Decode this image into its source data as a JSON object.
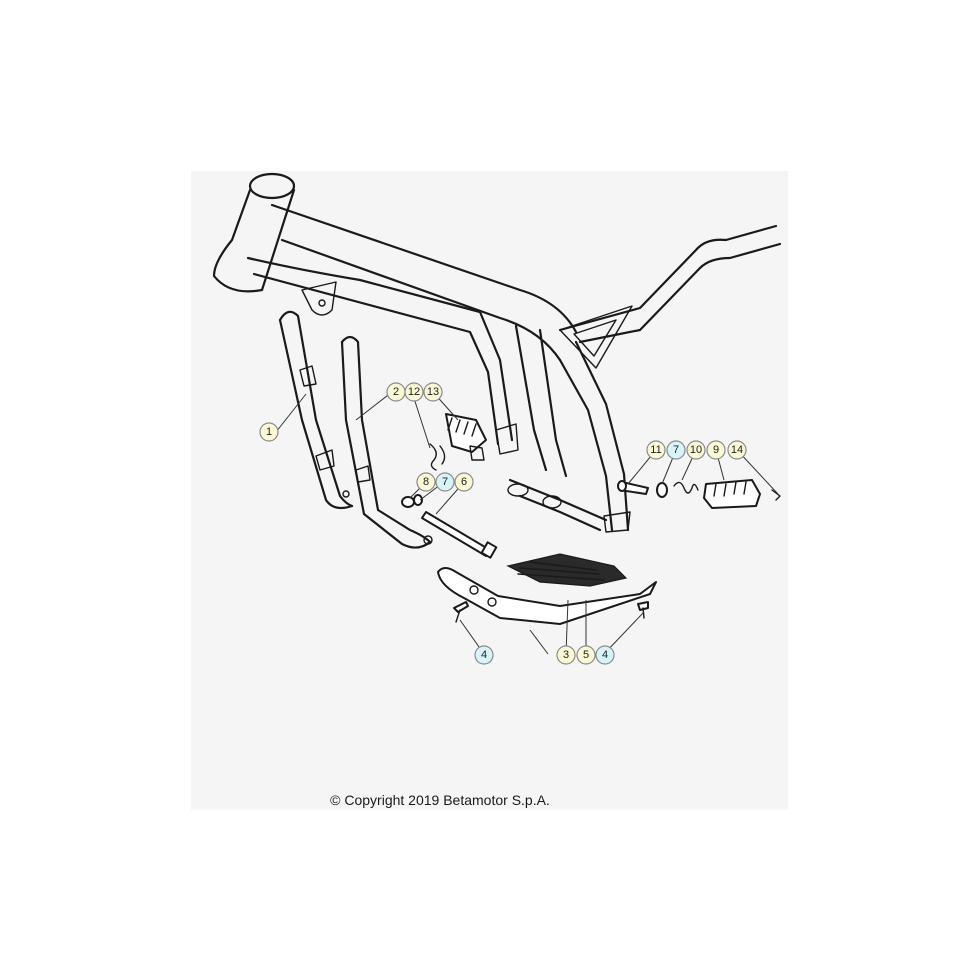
{
  "copyright": "© Copyright 2019 Betamotor S.p.A.",
  "colors": {
    "callout_yellow": "#fbf8d6",
    "callout_blue": "#d8f4f8",
    "panel_background": "#f5f5f5"
  },
  "callouts": [
    {
      "id": "c-1",
      "label": "1",
      "color": "yellow"
    },
    {
      "id": "c-2",
      "label": "2",
      "color": "yellow"
    },
    {
      "id": "c-12a",
      "label": "12",
      "color": "yellow"
    },
    {
      "id": "c-13",
      "label": "13",
      "color": "yellow"
    },
    {
      "id": "c-8",
      "label": "8",
      "color": "yellow"
    },
    {
      "id": "c-7a",
      "label": "7",
      "color": "blue"
    },
    {
      "id": "c-6",
      "label": "6",
      "color": "yellow"
    },
    {
      "id": "c-11",
      "label": "11",
      "color": "yellow"
    },
    {
      "id": "c-7b",
      "label": "7",
      "color": "blue"
    },
    {
      "id": "c-10",
      "label": "10",
      "color": "yellow"
    },
    {
      "id": "c-9",
      "label": "9",
      "color": "yellow"
    },
    {
      "id": "c-14",
      "label": "14",
      "color": "yellow"
    },
    {
      "id": "c-4a",
      "label": "4",
      "color": "blue"
    },
    {
      "id": "c-3",
      "label": "3",
      "color": "yellow"
    },
    {
      "id": "c-5",
      "label": "5",
      "color": "yellow"
    },
    {
      "id": "c-4b",
      "label": "4",
      "color": "blue"
    }
  ]
}
